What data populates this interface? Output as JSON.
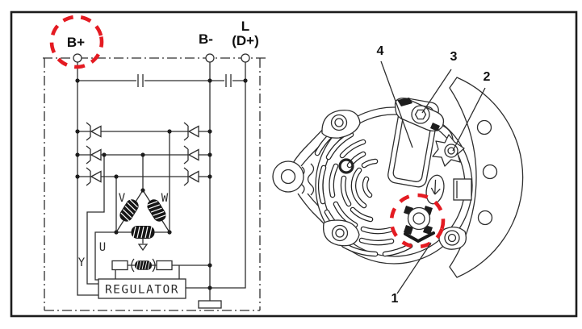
{
  "figure": {
    "description": "Alternator internal wiring schematic (left) and alternator rear view with numbered callouts (right)",
    "panels": [
      "wiring-schematic",
      "alternator-rear-view"
    ]
  },
  "schematic": {
    "terminals": {
      "b_plus": "B+",
      "b_minus": "B-",
      "l": "L",
      "d_plus": "(D+)"
    },
    "stator_phases": {
      "v": "V",
      "w": "W",
      "u": "U",
      "y": "Y"
    },
    "regulator_label": "REGULATOR",
    "components": [
      "suppression-capacitor-1",
      "suppression-capacitor-2",
      "rectifier-diodes-x6",
      "stator-windings-x3-delta",
      "field-winding-with-brushes",
      "resistor-x2",
      "regulator",
      "ground-strap"
    ]
  },
  "callouts": {
    "c1": "1",
    "c2": "2",
    "c3": "3",
    "c4": "4"
  },
  "highlights": {
    "red_dashed_circles": [
      "B+ terminal label on schematic",
      "B+ output stud on rear view"
    ]
  },
  "colors": {
    "line": "#2e2e2e",
    "highlight": "#e41b22",
    "background": "#ffffff"
  }
}
